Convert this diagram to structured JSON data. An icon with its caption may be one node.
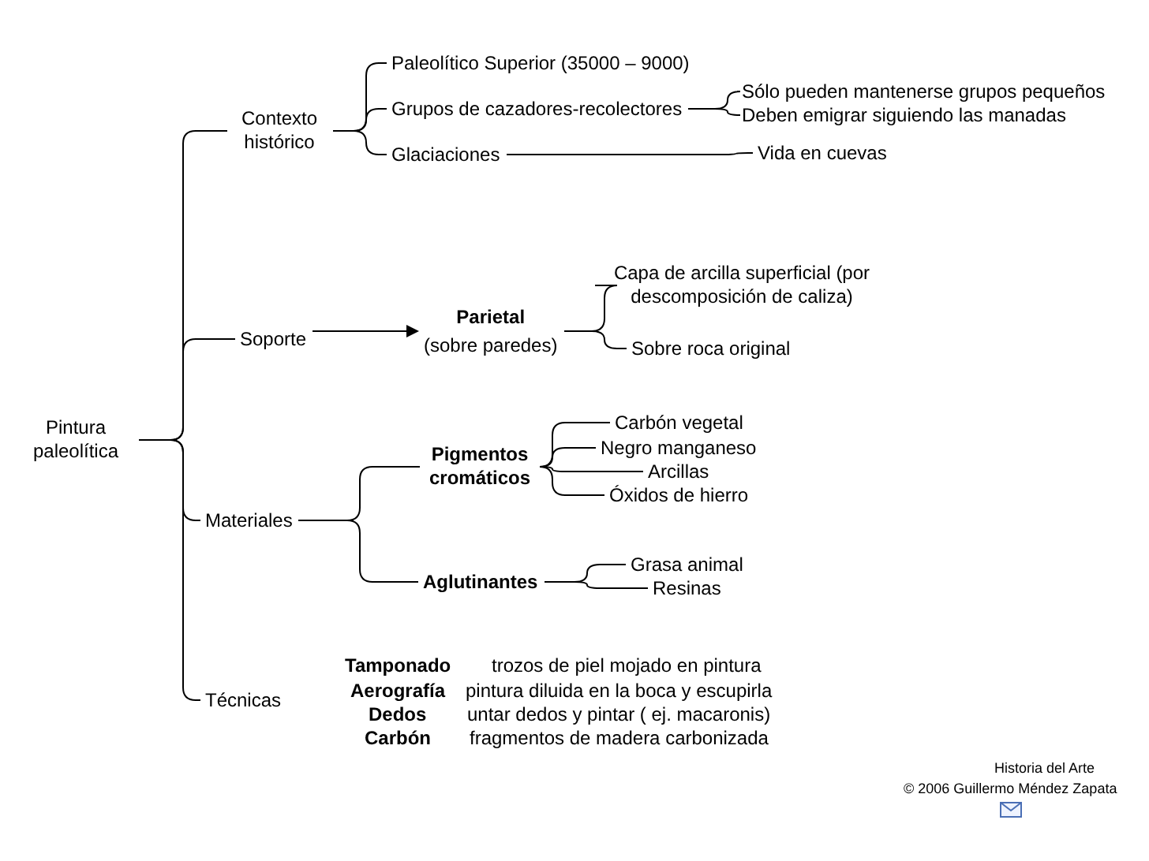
{
  "diagram": {
    "nodes": [
      {
        "text": [
          "Pintura paleolítica"
        ]
      },
      {
        "text": [
          "Contexto histórico"
        ]
      },
      {
        "text": [
          "Paleolítico Superior (35000 – 9000)"
        ]
      },
      {
        "text": [
          "Grupos de cazadores-recolectores"
        ]
      },
      {
        "text": [
          "Glaciaciones"
        ]
      },
      {
        "text": [
          "Sólo pueden mantenerse grupos pequeños"
        ]
      },
      {
        "text": [
          "Deben emigrar siguiendo las manadas"
        ]
      },
      {
        "text": [
          "Vida en cuevas"
        ]
      },
      {
        "text": [
          "Soporte"
        ]
      },
      {
        "text": [
          "Parietal",
          "(sobre paredes)"
        ]
      },
      {
        "text": [
          "Capa de arcilla superficial (por descomposición de caliza)"
        ]
      },
      {
        "text": [
          "Sobre roca original"
        ]
      },
      {
        "text": [
          "Materiales"
        ]
      },
      {
        "text": [
          "Pigmentos cromáticos"
        ]
      },
      {
        "text": [
          "Carbón vegetal"
        ]
      },
      {
        "text": [
          "Negro manganeso"
        ]
      },
      {
        "text": [
          "Arcillas"
        ]
      },
      {
        "text": [
          "Óxidos de hierro"
        ]
      },
      {
        "text": [
          "Aglutinantes"
        ]
      },
      {
        "text": [
          "Grasa animal"
        ]
      },
      {
        "text": [
          "Resinas"
        ]
      },
      {
        "text": [
          "Técnicas"
        ]
      }
    ],
    "edges": [
      {
        "from": 0,
        "to": 1,
        "arrow": "none"
      },
      {
        "from": 0,
        "to": 8,
        "arrow": "none"
      },
      {
        "from": 0,
        "to": 12,
        "arrow": "none"
      },
      {
        "from": 0,
        "to": 21,
        "arrow": "none"
      },
      {
        "from": 1,
        "to": 2,
        "arrow": "none"
      },
      {
        "from": 1,
        "to": 3,
        "arrow": "none"
      },
      {
        "from": 1,
        "to": 4,
        "arrow": "none"
      },
      {
        "from": 3,
        "to": 5,
        "arrow": "none"
      },
      {
        "from": 3,
        "to": 6,
        "arrow": "none"
      },
      {
        "from": 4,
        "to": 7,
        "arrow": "none"
      },
      {
        "from": 8,
        "to": 9,
        "arrow": "to"
      },
      {
        "from": 9,
        "to": 10,
        "arrow": "none"
      },
      {
        "from": 9,
        "to": 11,
        "arrow": "none"
      },
      {
        "from": 12,
        "to": 13,
        "arrow": "none"
      },
      {
        "from": 12,
        "to": 18,
        "arrow": "none"
      },
      {
        "from": 13,
        "to": 14,
        "arrow": "none"
      },
      {
        "from": 13,
        "to": 15,
        "arrow": "none"
      },
      {
        "from": 13,
        "to": 16,
        "arrow": "none"
      },
      {
        "from": 13,
        "to": 17,
        "arrow": "none"
      },
      {
        "from": 18,
        "to": 19,
        "arrow": "none"
      },
      {
        "from": 18,
        "to": 20,
        "arrow": "none"
      }
    ],
    "labels": [
      "Tamponado",
      "trozos de piel mojado en pintura",
      "Aerografía",
      "pintura diluida en la boca y escupirla",
      "Dedos",
      "untar dedos y pintar ( ej. macaronis)",
      "Carbón",
      "fragmentos de madera carbonizada",
      "Historia del Arte",
      "© 2006 Guillermo Méndez Zapata"
    ]
  }
}
